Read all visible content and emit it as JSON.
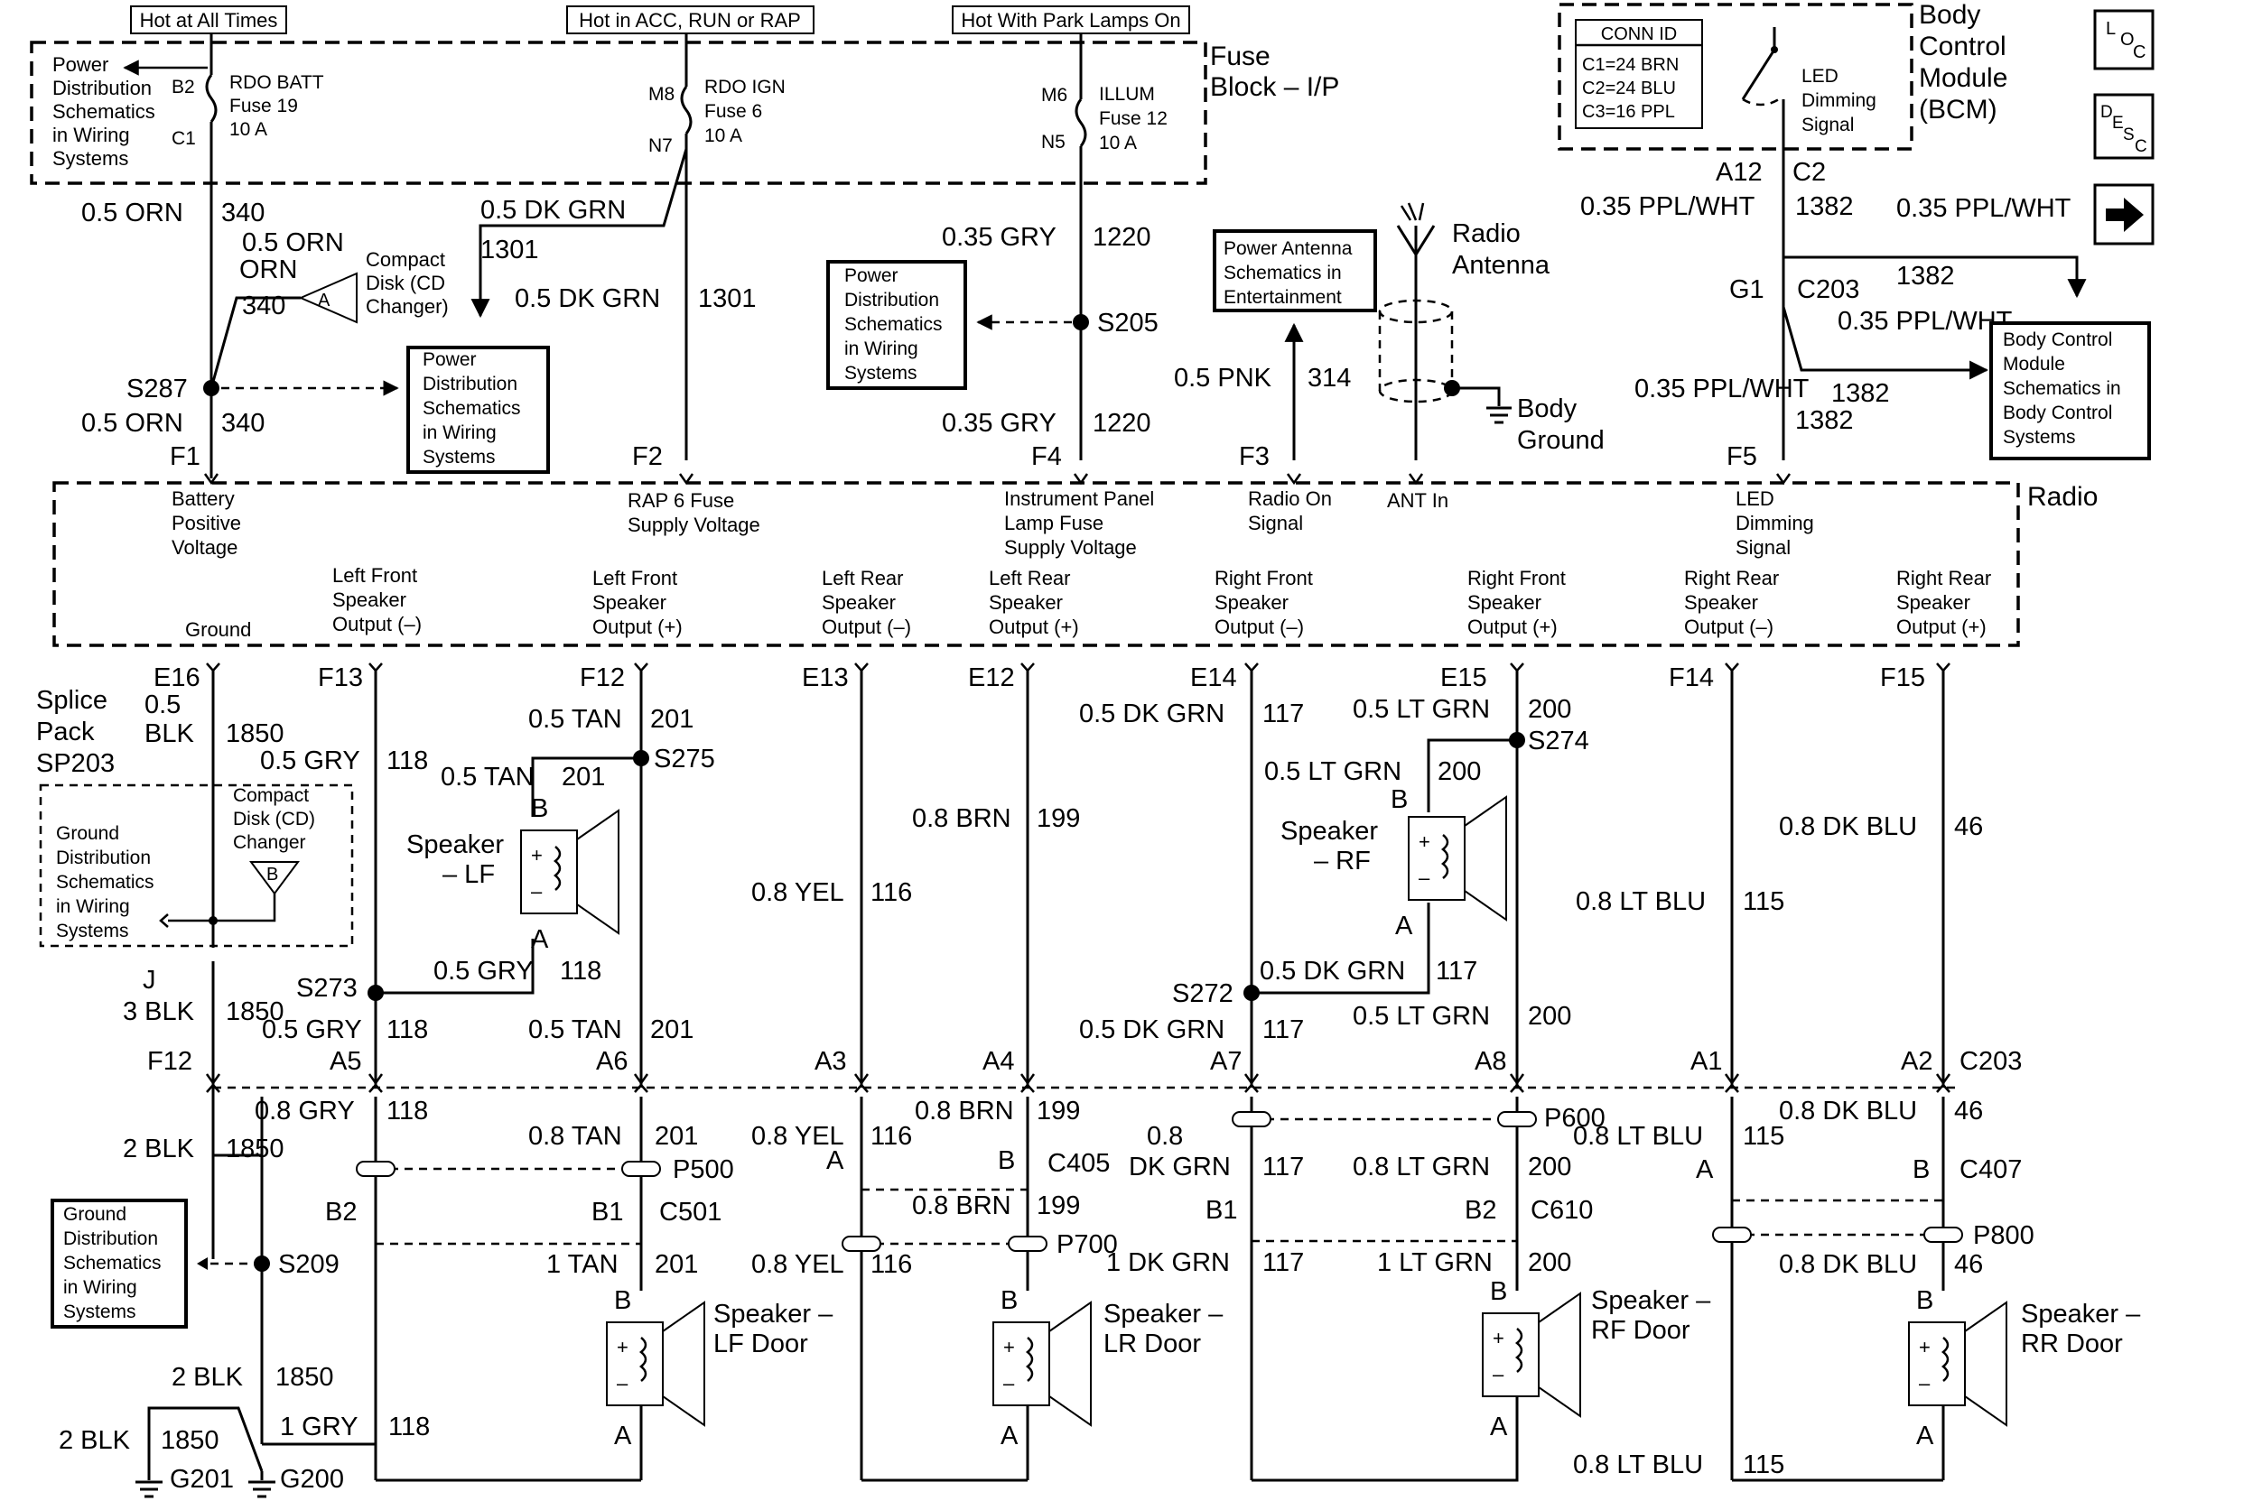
{
  "power_sources": {
    "batt": "Hot at All Times",
    "acc": "Hot in ACC, RUN or RAP",
    "park": "Hot With Park Lamps On"
  },
  "fuse_block": {
    "title": "Fuse Block – I/P",
    "batt_ref": "Power Distribution Schematics in Wiring Systems",
    "rdo_batt": {
      "terminal_top": "B2",
      "terminal_bot": "C1",
      "name": "RDO BATT",
      "fuse": "Fuse 19",
      "amps": "10 A"
    },
    "rdo_ign": {
      "terminal_top": "M8",
      "terminal_bot": "N7",
      "name": "RDO IGN",
      "fuse": "Fuse 6",
      "amps": "10 A"
    },
    "illum": {
      "terminal_top": "M6",
      "terminal_bot": "N5",
      "name": "ILLUM",
      "fuse": "Fuse 12",
      "amps": "10 A"
    }
  },
  "bcm": {
    "title": "Body Control Module (BCM)",
    "conn_id_header": "CONN ID",
    "conn_ids": [
      "C1=24 BRN",
      "C2=24 BLU",
      "C3=16 PPL"
    ],
    "signal": "LED Dimming Signal",
    "pin_a": "A12",
    "pin_b": "C2",
    "ref": "Body Control Module Schematics in Body Control Systems"
  },
  "nav": {
    "loc": "LOC",
    "desc": "DESC",
    "next": "➡"
  },
  "upper_wires": {
    "w340_top_size": "0.5 ORN",
    "w340_top_circ": "340",
    "w340_branch_size": "0.5 ORN",
    "w340_branch_circ": "340",
    "cd_changer": "Compact Disk (CD Changer)",
    "conn_a": "A",
    "s287": "S287",
    "w340_bot_size": "0.5 ORN",
    "w340_bot_circ": "340",
    "w1301_a_size": "0.5 DK GRN",
    "w1301_a_circ": "1301",
    "w1301_b_size": "0.5 DK GRN",
    "w1301_b_circ": "1301",
    "pd_ref_1": "Power Distribution Schematics in Wiring Systems",
    "pd_ref_2": "Power Distribution Schematics in Wiring Systems",
    "w1220_a_size": "0.35 GRY",
    "w1220_a_circ": "1220",
    "s205": "S205",
    "w1220_b_size": "0.35 GRY",
    "w1220_b_circ": "1220",
    "antenna_ref": "Power Antenna Schematics in Entertainment",
    "w314_size": "0.5 PNK",
    "w314_circ": "314",
    "radio_antenna": "Radio Antenna",
    "body_ground": "Body Ground",
    "w1382_a_size": "0.35 PPL/WHT",
    "w1382_a_circ": "1382",
    "w1382_b_size": "0.35 PPL/WHT",
    "w1382_b_circ": "1382",
    "w1382_c_size": "0.35 PPL/WHT",
    "w1382_c_circ": "1382",
    "w1382_d_size": "0.35 PPL/WHT",
    "w1382_d_circ": "1382",
    "g1": "G1",
    "c203": "C203"
  },
  "radio": {
    "title": "Radio",
    "pins_top": [
      {
        "pin": "F1",
        "label": "Battery Positive Voltage"
      },
      {
        "pin": "F2",
        "label": "RAP 6 Fuse Supply Voltage"
      },
      {
        "pin": "F4",
        "label": "Instrument Panel Lamp Fuse Supply Voltage"
      },
      {
        "pin": "F3",
        "label": "Radio On Signal"
      },
      {
        "pin": "",
        "label": "ANT In"
      },
      {
        "pin": "F5",
        "label": "LED Dimming Signal"
      }
    ],
    "pins_bottom": [
      {
        "pin": "E16",
        "label": "Ground"
      },
      {
        "pin": "F13",
        "label": "Left Front Speaker Output (–)"
      },
      {
        "pin": "F12",
        "label": "Left Front Speaker Output (+)"
      },
      {
        "pin": "E13",
        "label": "Left Rear Speaker Output (–)"
      },
      {
        "pin": "E12",
        "label": "Left Rear Speaker Output (+)"
      },
      {
        "pin": "E14",
        "label": "Right Front Speaker Output (–)"
      },
      {
        "pin": "E15",
        "label": "Right Front Speaker Output (+)"
      },
      {
        "pin": "F14",
        "label": "Right Rear Speaker Output (–)"
      },
      {
        "pin": "F15",
        "label": "Right Rear Speaker Output (+)"
      }
    ]
  },
  "lower": {
    "splice_pack": "Splice Pack SP203",
    "gnd_ref_1": "Ground Distribution Schematics in Wiring Systems",
    "cd_changer_2": "Compact Disk (CD) Changer",
    "conn_b": "B",
    "w1850_a_size": "0.5 BLK",
    "w1850_a_circ": "1850",
    "w118_a_size": "0.5 GRY",
    "w118_a_circ": "118",
    "j": "J",
    "w1850_b_size": "3 BLK",
    "w1850_b_circ": "1850",
    "s273": "S273",
    "w118_b_size": "0.5 GRY",
    "w118_b_circ": "118",
    "w118_c_size": "0.5 GRY",
    "w118_c_circ": "118",
    "w201_a_size": "0.5 TAN",
    "w201_a_circ": "201",
    "s275": "S275",
    "w201_b_size": "0.5 TAN",
    "w201_b_circ": "201",
    "speaker_lf": "Speaker – LF",
    "w201_c_size": "0.5 TAN",
    "w201_c_circ": "201",
    "w199_a_size": "0.8 BRN",
    "w199_a_circ": "199",
    "w116_a_size": "0.8 YEL",
    "w116_a_circ": "116",
    "w117_a_size": "0.5 DK GRN",
    "w117_a_circ": "117",
    "w200_a_size": "0.5 LT GRN",
    "w200_a_circ": "200",
    "s274": "S274",
    "w200_b_size": "0.5 LT GRN",
    "w200_b_circ": "200",
    "speaker_rf": "Speaker – RF",
    "w117_b_size": "0.5 DK GRN",
    "w117_b_circ": "117",
    "s272": "S272",
    "w117_c_size": "0.5 DK GRN",
    "w117_c_circ": "117",
    "w200_c_size": "0.5 LT GRN",
    "w200_c_circ": "200",
    "w46_a_size": "0.8 DK BLU",
    "w46_a_circ": "46",
    "w115_a_size": "0.8 LT BLU",
    "w115_a_circ": "115",
    "f12": "F12",
    "a5": "A5",
    "a6": "A6",
    "a3": "A3",
    "a4": "A4",
    "a7": "A7",
    "a8": "A8",
    "a1": "A1",
    "a2": "A2",
    "c203_b": "C203",
    "w1850_c_size": "2 BLK",
    "w1850_c_circ": "1850",
    "w118_d_size": "0.8 GRY",
    "w118_d_circ": "118",
    "w201_d_size": "0.8 TAN",
    "w201_d_circ": "201",
    "p500": "P500",
    "b2": "B2",
    "b1": "B1",
    "c501": "C501",
    "w116_b_size": "0.8 YEL",
    "w116_b_circ": "116",
    "w199_b_size": "0.8 BRN",
    "w199_b_circ": "199",
    "c405_a": "A",
    "c405_b": "B",
    "c405": "C405",
    "w199_c_size": "0.8 BRN",
    "w199_c_circ": "199",
    "p700": "P700",
    "w117_d_size": "0.8 DK GRN",
    "w117_d_circ": "117",
    "w200_d_size": "0.8 LT GRN",
    "w200_d_circ": "200",
    "p600": "P600",
    "b1_c610": "B1",
    "b2_c610": "B2",
    "c610": "C610",
    "w115_b_size": "0.8 LT BLU",
    "w115_b_circ": "115",
    "w46_b_size": "0.8 DK BLU",
    "w46_b_circ": "46",
    "c407_a": "A",
    "c407_b": "B",
    "c407": "C407",
    "p800": "P800",
    "gnd_ref_2": "Ground Distribution Schematics in Wiring Systems",
    "s209": "S209",
    "w201_e_size": "1 TAN",
    "w201_e_circ": "201",
    "w116_c_size": "0.8 YEL",
    "w116_c_circ": "116",
    "w117_e_size": "1 DK GRN",
    "w117_e_circ": "117",
    "w200_e_size": "1 LT GRN",
    "w200_e_circ": "200",
    "w46_c_size": "0.8 DK BLU",
    "w46_c_circ": "46",
    "speaker_lf_door": "Speaker – LF Door",
    "speaker_lr_door": "Speaker – LR Door",
    "speaker_rf_door": "Speaker – RF Door",
    "speaker_rr_door": "Speaker – RR Door",
    "w1850_d_size": "2 BLK",
    "w1850_d_circ": "1850",
    "w118_e_size": "1 GRY",
    "w118_e_circ": "118",
    "w1850_e_size": "2 BLK",
    "w1850_e_circ": "1850",
    "g201": "G201",
    "g200": "G200",
    "w115_c_size": "0.8 LT BLU",
    "w115_c_circ": "115",
    "pin_a": "A",
    "pin_b": "B"
  }
}
